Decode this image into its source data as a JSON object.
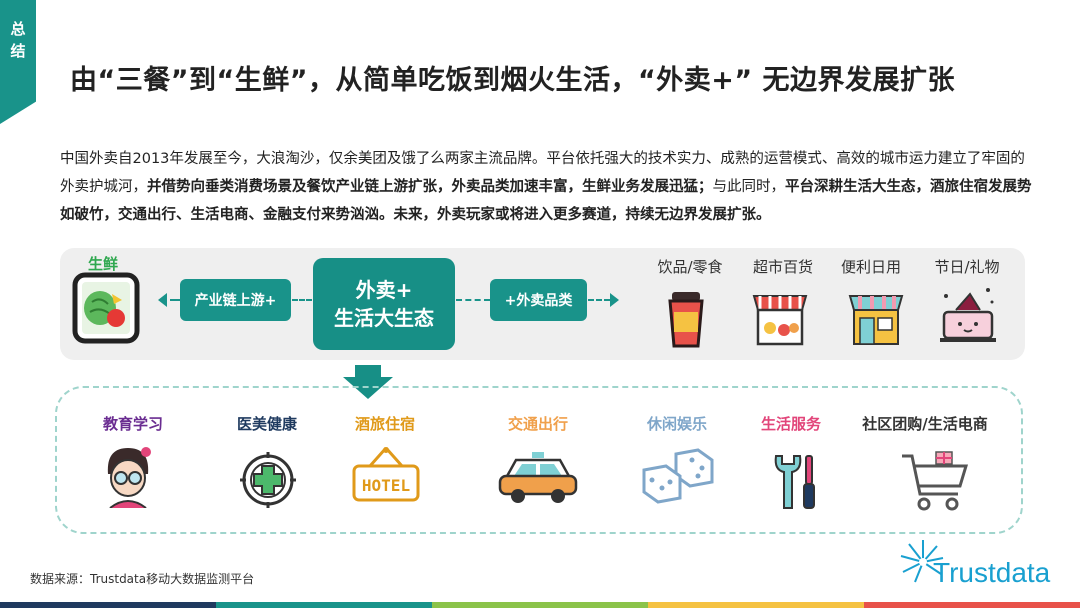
{
  "side_tab": {
    "label": "总结"
  },
  "title": "由“三餐”到“生鲜”，从简单吃饭到烟火生活，“外卖+” 无边界发展扩张",
  "intro": {
    "part1": "中国外卖自2013年发展至今，大浪淘沙，仅余美团及饿了么两家主流品牌。平台依托强大的技术实力、成熟的运营模式、高效的城市运力建立了牢固的外卖护城河，",
    "part2": "并借势向垂类消费场景及餐饮产业链上游扩张，外卖品类加速丰富，生鲜业务发展迅猛；",
    "part3": "与此同时，",
    "part4": "平台深耕生活大生态，酒旅住宿发展势如破竹，交通出行、生活电商、金融支付来势汹汹。未来，外卖玩家或将进入更多赛道，持续无边界发展扩张。"
  },
  "top_flow": {
    "fresh_label": "生鲜",
    "center_line1": "外卖+",
    "center_line2": "生活大生态",
    "left_button": "产业链上游+",
    "right_button": "+外卖品类",
    "categories": [
      {
        "label": "饮品/零食",
        "icon": "drink-cup-icon"
      },
      {
        "label": "超市百货",
        "icon": "supermarket-store-icon"
      },
      {
        "label": "便利日用",
        "icon": "convenience-store-icon"
      },
      {
        "label": "节日/礼物",
        "icon": "gift-cake-icon"
      }
    ]
  },
  "services": [
    {
      "label": "教育学习",
      "color": "#6a2c91",
      "icon": "student-icon"
    },
    {
      "label": "医美健康",
      "color": "#1f3a5f",
      "icon": "medical-cross-icon"
    },
    {
      "label": "酒旅住宿",
      "color": "#e09a1a",
      "icon": "hotel-sign-icon"
    },
    {
      "label": "交通出行",
      "color": "#f0a04b",
      "icon": "taxi-car-icon"
    },
    {
      "label": "休闲娱乐",
      "color": "#7fa6c9",
      "icon": "dice-icon"
    },
    {
      "label": "生活服务",
      "color": "#e2457a",
      "icon": "tools-icon"
    },
    {
      "label": "社区团购/生活电商",
      "color": "#333333",
      "icon": "shopping-cart-icon"
    }
  ],
  "source": "数据来源：Trustdata移动大数据监测平台",
  "logo_text": "Trustdata",
  "colors": {
    "accent": "#19938a",
    "footer": [
      "#1f3a5f",
      "#19938a",
      "#8bc34a",
      "#f5c242",
      "#e8524a"
    ]
  }
}
